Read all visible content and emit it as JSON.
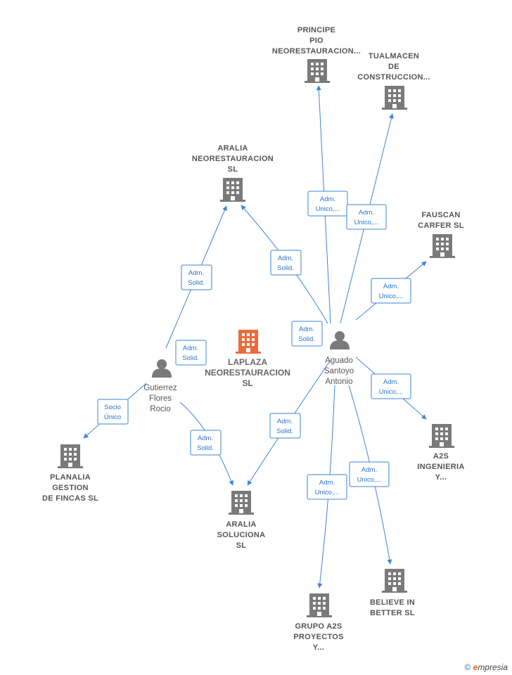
{
  "colors": {
    "edge": "#3b86d6",
    "building": "#7a7a7a",
    "highlight": "#ee6a3a",
    "person": "#7a7a7a"
  },
  "center": {
    "name_lines": [
      "LAPLAZA",
      "NEORESTAURACION",
      "SL"
    ]
  },
  "persons": {
    "gutierrez": {
      "name_lines": [
        "Gutierrez",
        "Flores",
        "Rocio"
      ]
    },
    "aguado": {
      "name_lines": [
        "Aguado",
        "Santoyo",
        "Antonio"
      ]
    }
  },
  "companies": {
    "principe_pio": {
      "name_lines": [
        "PRINCIPE",
        "PIO",
        "NEORESTAURACION..."
      ]
    },
    "tualmacen": {
      "name_lines": [
        "TUALMACEN",
        "DE",
        "CONSTRUCCION..."
      ]
    },
    "aralia_neo": {
      "name_lines": [
        "ARALIA",
        "NEORESTAURACION",
        "SL"
      ]
    },
    "fauscan": {
      "name_lines": [
        "FAUSCAN",
        "CARFER  SL"
      ]
    },
    "a2s_ing": {
      "name_lines": [
        "A2S",
        "INGENIERIA",
        "Y..."
      ]
    },
    "planalia": {
      "name_lines": [
        "PLANALIA",
        "GESTION",
        "DE FINCAS  SL"
      ]
    },
    "aralia_sol": {
      "name_lines": [
        "ARALIA",
        "SOLUCIONA",
        "SL"
      ]
    },
    "grupo_a2s": {
      "name_lines": [
        "GRUPO A2S",
        "PROYECTOS",
        "Y..."
      ]
    },
    "believe": {
      "name_lines": [
        "BELIEVE IN",
        "BETTER  SL"
      ]
    }
  },
  "relations": {
    "aguado_principe": {
      "lines": [
        "Adm.",
        "Unico,..."
      ]
    },
    "aguado_tualmacen": {
      "lines": [
        "Adm.",
        "Unico,..."
      ]
    },
    "aguado_aralia_neo": {
      "lines": [
        "Adm.",
        "Solid."
      ]
    },
    "gutierrez_aralia_neo": {
      "lines": [
        "Adm.",
        "Solid."
      ]
    },
    "aguado_fauscan": {
      "lines": [
        "Adm.",
        "Unico,..."
      ]
    },
    "aguado_center": {
      "lines": [
        "Adm.",
        "Solid."
      ]
    },
    "gutierrez_center": {
      "lines": [
        "Adm.",
        "Solid."
      ]
    },
    "aguado_a2s": {
      "lines": [
        "Adm.",
        "Unico,..."
      ]
    },
    "gutierrez_planalia": {
      "lines": [
        "Socio",
        "Único"
      ]
    },
    "gutierrez_aralia_sol": {
      "lines": [
        "Adm.",
        "Solid."
      ]
    },
    "aguado_aralia_sol": {
      "lines": [
        "Adm.",
        "Solid."
      ]
    },
    "aguado_grupo": {
      "lines": [
        "Adm.",
        "Unico,..."
      ]
    },
    "aguado_believe": {
      "lines": [
        "Adm.",
        "Unico,..."
      ]
    }
  },
  "footer": {
    "copyright": "©",
    "brand_initial": "e",
    "brand_rest": "mpresia"
  }
}
